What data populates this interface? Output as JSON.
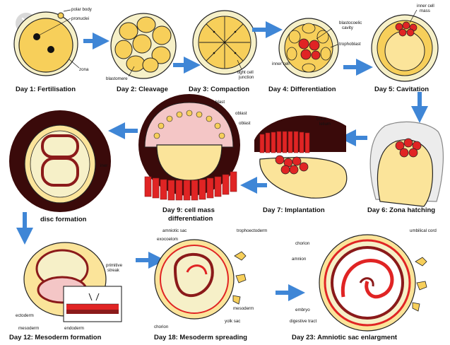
{
  "close_button": {
    "glyph": "✕"
  },
  "stages": {
    "d1": {
      "caption": "Day 1: Fertilisation",
      "labels": {
        "polar": "polar body",
        "pronuclei": "pronuclei",
        "zona": "zona"
      }
    },
    "d2": {
      "caption": "Day 2: Cleavage",
      "labels": {
        "blasto": "blastomere"
      }
    },
    "d3": {
      "caption": "Day 3: Compaction",
      "labels": {
        "tight1": "tight cell",
        "tight2": "junction"
      }
    },
    "d4": {
      "caption": "Day 4: Differentiation",
      "labels": {
        "bc1": "blastocoelic",
        "bc2": "cavity",
        "troph": "trophoblast",
        "icm": "inner cell"
      }
    },
    "d5": {
      "caption": "Day 5: Cavitation",
      "labels": {
        "icm1": "inner cell",
        "icm2": "mass"
      }
    },
    "d6": {
      "caption": "Day 6: Zona hatching"
    },
    "d7": {
      "caption": "Day 7: Implantation",
      "labels": {
        "l1": "brine",
        "l2": "lelium"
      }
    },
    "d9": {
      "caption1": "Day 9: cell mass",
      "caption2": "differentiation",
      "labels": {
        "l1": "blast",
        "l2": "oblast",
        "l3": "oblast"
      }
    },
    "d11": {
      "caption": "disc formation",
      "labels": {
        "inner": "iner"
      }
    },
    "d12": {
      "caption": "Day 12: Mesoderm formation",
      "labels": {
        "ps1": "primitive",
        "ps2": "streak",
        "ecto": "ectoderm",
        "meso": "mesoderm",
        "endo": "endoderm"
      }
    },
    "d18": {
      "caption": "Day 18: Mesoderm spreading",
      "labels": {
        "amnio": "amniotic sac",
        "exo": "exocoelom",
        "tropho": "trophoectoderm",
        "meso": "mesoderm",
        "yolk": "yolk sac",
        "chorion": "chorion"
      }
    },
    "d23": {
      "caption": "Day 23: Amniotic sac enlargment",
      "labels": {
        "chorion": "chorion",
        "amnion": "amnion",
        "embryo": "embryo",
        "digestive": "digestive tract",
        "umbilical": "umbilical cord"
      }
    }
  },
  "colors": {
    "cell": "#f7cf5a",
    "cell_light": "#fbe49a",
    "membrane": "#222222",
    "red": "#e02424",
    "dark_red": "#8b1a1a",
    "uterus": "#3a0a0a",
    "arrow": "#3f86d6",
    "zona": "#f6f0c8",
    "pink": "#f4c6c6"
  }
}
